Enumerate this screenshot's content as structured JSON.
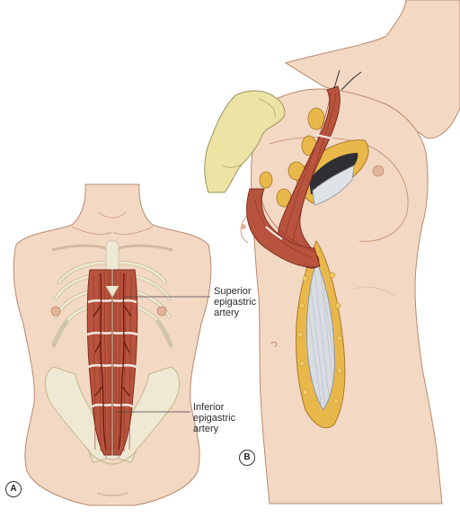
{
  "panels": [
    {
      "id": "A",
      "badge": "A"
    },
    {
      "id": "B",
      "badge": "B"
    }
  ],
  "labels": {
    "superior": {
      "line1": "Superior",
      "line2": "epigastric",
      "line3": "artery"
    },
    "inferior": {
      "line1": "Inferior",
      "line2": "epigastric",
      "line3": "artery"
    }
  },
  "colors": {
    "skin": "#f3d8c3",
    "skin_shadow": "#e4b89c",
    "muscle": "#b8533e",
    "muscle_dark": "#8e3526",
    "bone": "#efe8d2",
    "fat": "#e9b84a",
    "mesh": "#d9dde3",
    "glove": "#ece3a5",
    "outline": "#9a6a52"
  }
}
